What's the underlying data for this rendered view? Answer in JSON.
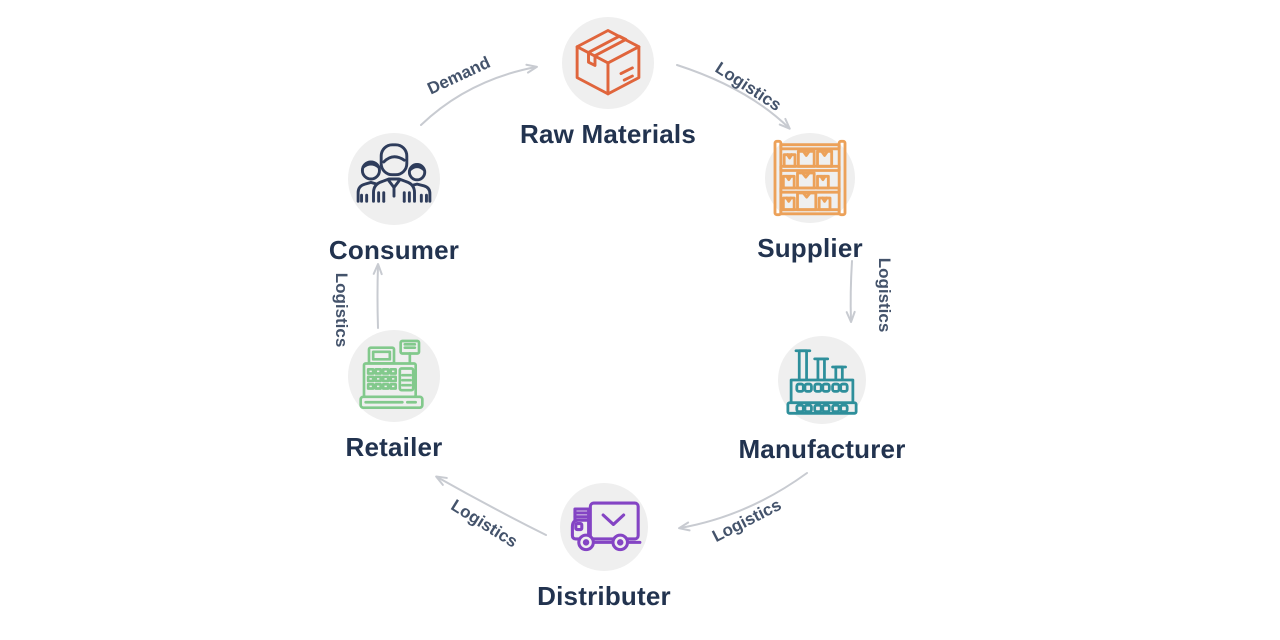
{
  "diagram": {
    "type": "cycle-diagram",
    "topic": "Supply Chain",
    "nodes": [
      {
        "id": "raw-materials",
        "label": "Raw Materials",
        "icon": "box-icon",
        "color": "#E0653C"
      },
      {
        "id": "supplier",
        "label": "Supplier",
        "icon": "shelf-rack-icon",
        "color": "#ECA159"
      },
      {
        "id": "manufacturer",
        "label": "Manufacturer",
        "icon": "factory-icon",
        "color": "#2E8F9B"
      },
      {
        "id": "distributer",
        "label": "Distributer",
        "icon": "delivery-truck-icon",
        "color": "#8444C4"
      },
      {
        "id": "retailer",
        "label": "Retailer",
        "icon": "cash-register-icon",
        "color": "#82C98C"
      },
      {
        "id": "consumer",
        "label": "Consumer",
        "icon": "people-group-icon",
        "color": "#2E3C5B"
      }
    ],
    "edges": [
      {
        "from": "consumer",
        "to": "raw-materials",
        "label": "Demand"
      },
      {
        "from": "raw-materials",
        "to": "supplier",
        "label": "Logistics"
      },
      {
        "from": "supplier",
        "to": "manufacturer",
        "label": "Logistics"
      },
      {
        "from": "manufacturer",
        "to": "distributer",
        "label": "Logistics"
      },
      {
        "from": "distributer",
        "to": "retailer",
        "label": "Logistics"
      },
      {
        "from": "retailer",
        "to": "consumer",
        "label": "Logistics"
      }
    ],
    "colors": {
      "background": "#FFFFFF",
      "circle_bg": "#EFEFEF",
      "arrow": "#C8CBD1",
      "node_label": "#22334F",
      "edge_label": "#44536B"
    }
  }
}
